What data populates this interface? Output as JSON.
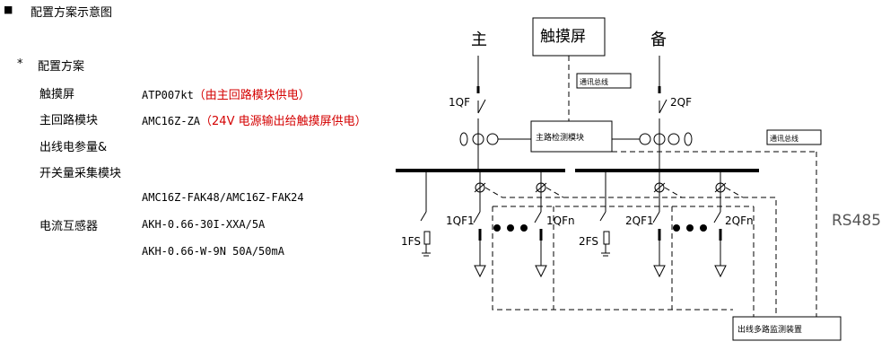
{
  "heading": {
    "bullet": "■",
    "title": "配置方案示意图"
  },
  "section": {
    "bullet": "*",
    "title": "配置方案"
  },
  "config": {
    "touch_label": "触摸屏",
    "touch_model": "ATP007kt",
    "touch_note": "（由主回路模块供电）",
    "main_label": "主回路模块",
    "main_model": "AMC16Z-ZA",
    "main_note": "（24V 电源输出给触摸屏供电）",
    "out_label_1": "出线电参量&",
    "out_label_2": "开关量采集模块",
    "out_model": "AMC16Z-FAK48/AMC16Z-FAK24",
    "ct_label": "电流互感器",
    "ct_model_1": "AKH-0.66-30I-XXA/5A",
    "ct_model_2": "AKH-0.66-W-9N 50A/50mA"
  },
  "diagram": {
    "main_source": "主",
    "backup_source": "备",
    "touch_screen": "触摸屏",
    "comm_line_1": "通讯总线",
    "comm_line_2": "通讯总线",
    "main_detect": "主路检测模块",
    "out_monitor": "出线多路监测装置",
    "rs485": "RS485",
    "breaker_1qf": "1QF",
    "breaker_2qf": "2QF",
    "breaker_1qf1": "1QF1",
    "breaker_1qfn": "1QFn",
    "breaker_2qf1": "2QF1",
    "breaker_2qfn": "2QFn",
    "spd_1fs": "1FS",
    "spd_2fs": "2FS"
  }
}
